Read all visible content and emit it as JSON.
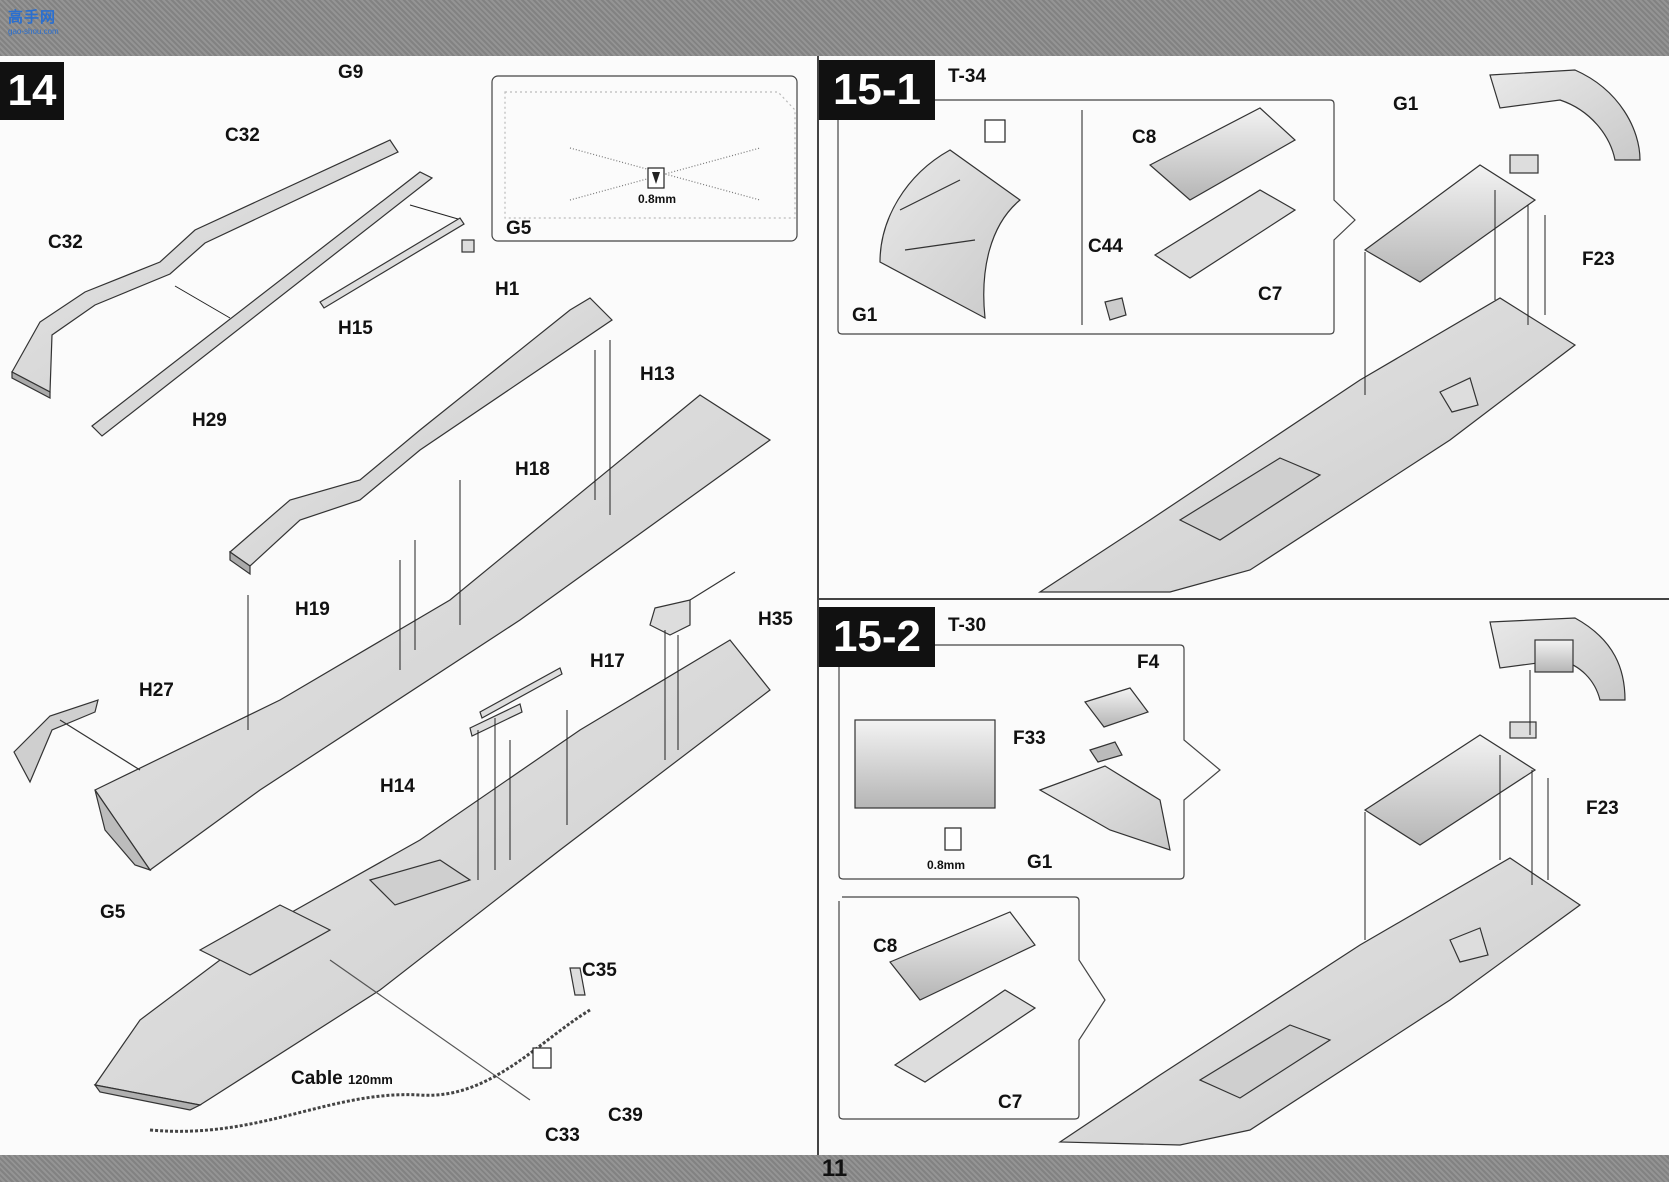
{
  "header": {
    "logo_text": "高手网",
    "logo_url_text": "gao-shou.com"
  },
  "steps": {
    "s14": "14",
    "s15_1": {
      "number": "15-1",
      "model": "T-34"
    },
    "s15_2": {
      "number": "15-2",
      "model": "T-30"
    }
  },
  "labels14": {
    "g9": "G9",
    "c32a": "C32",
    "c32b": "C32",
    "h1": "H1",
    "h15": "H15",
    "h29": "H29",
    "h13": "H13",
    "h18": "H18",
    "h19": "H19",
    "h35": "H35",
    "h17": "H17",
    "h27": "H27",
    "h14": "H14",
    "g5": "G5",
    "g5_inset": "G5",
    "drill": "0.8mm",
    "c35": "C35",
    "c39": "C39",
    "c33": "C33",
    "cable": "Cable",
    "cable_len": "120mm"
  },
  "labels15_1": {
    "g1_inset": "G1",
    "c8": "C8",
    "c44": "C44",
    "c7": "C7",
    "g1": "G1",
    "f23": "F23"
  },
  "labels15_2": {
    "f4": "F4",
    "f33": "F33",
    "drill": "0.8mm",
    "g1": "G1",
    "f23": "F23",
    "c8": "C8",
    "c7": "C7"
  },
  "footer": {
    "page": "11"
  }
}
